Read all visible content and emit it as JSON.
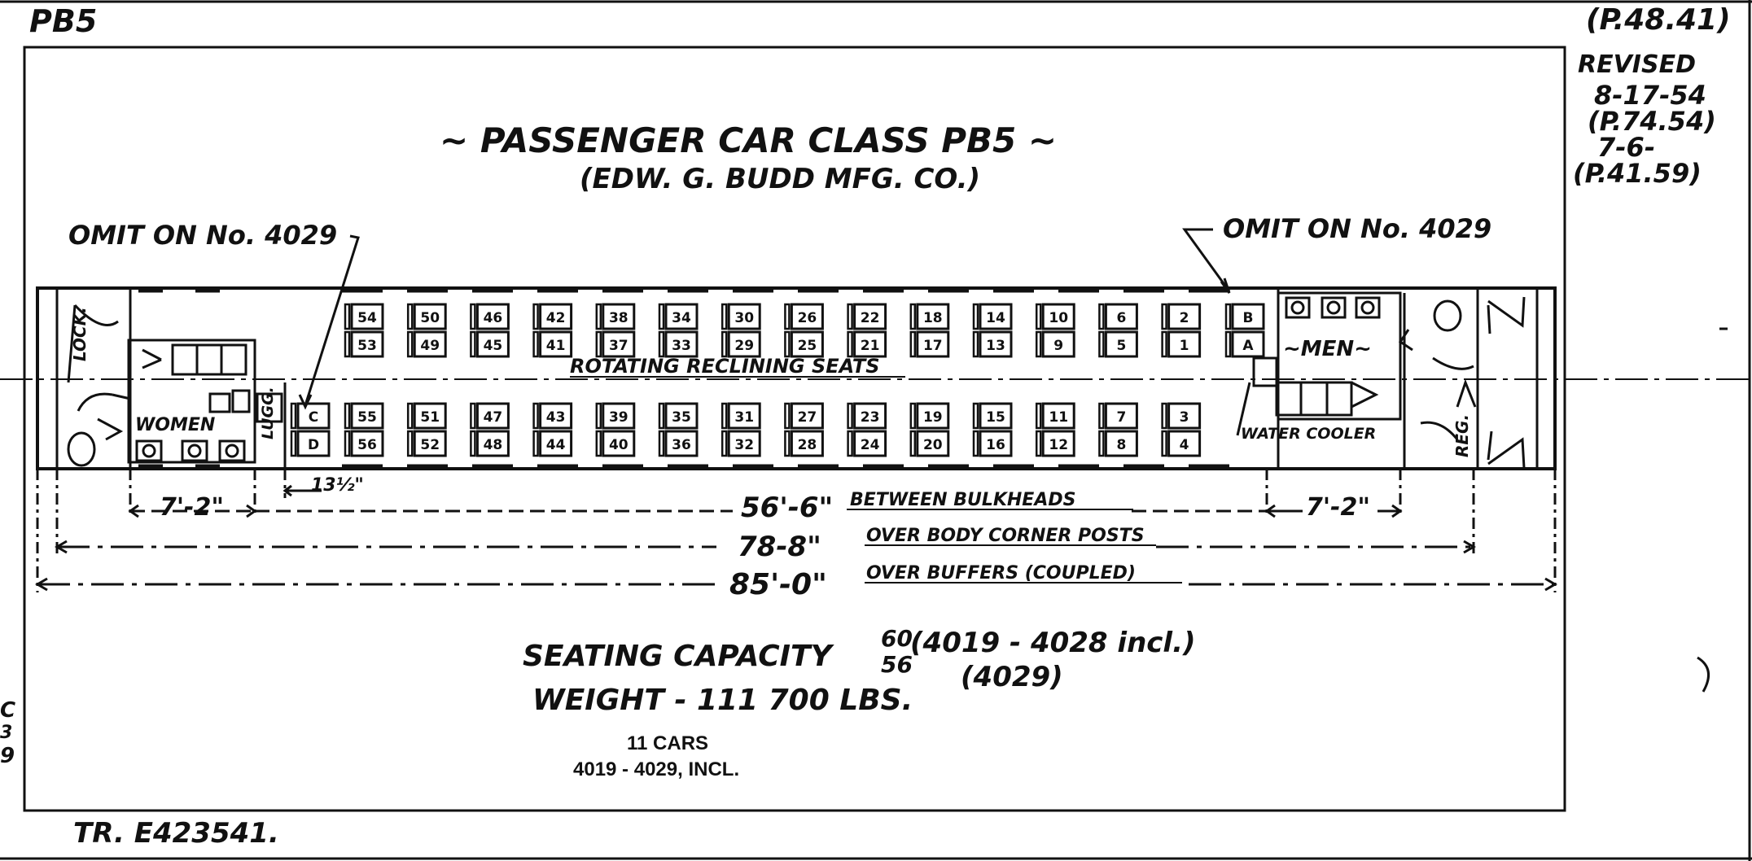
{
  "header": {
    "class_code": "PB5",
    "ref_code": "(P.48.41)"
  },
  "revision": {
    "label": "REVISED",
    "line1": "8-17-54",
    "line2": "(P.74.54)",
    "line3": "7-6-",
    "line4": "(P.41.59)"
  },
  "title": {
    "main": "~ PASSENGER CAR CLASS PB5 ~",
    "maker": "(EDW. G. BUDD MFG. CO.)"
  },
  "notes": {
    "omit_left": "OMIT ON No. 4029",
    "omit_right": "OMIT ON No. 4029"
  },
  "plan": {
    "aisle_label": "ROTATING RECLINING SEATS",
    "women_label": "WOMEN",
    "men_label": "~MEN~",
    "luggage_label": "LUGG.",
    "locker_label": "LOCK.",
    "reg_label": "REG.",
    "water_cooler_label": "WATER COOLER",
    "top_window_seats": [
      "54",
      "50",
      "46",
      "42",
      "38",
      "34",
      "30",
      "26",
      "22",
      "18",
      "14",
      "10",
      "6",
      "2"
    ],
    "top_aisle_seats": [
      "53",
      "49",
      "45",
      "41",
      "37",
      "33",
      "29",
      "25",
      "21",
      "17",
      "13",
      "9",
      "5",
      "1"
    ],
    "bottom_aisle_seats": [
      "55",
      "51",
      "47",
      "43",
      "39",
      "35",
      "31",
      "27",
      "23",
      "19",
      "15",
      "11",
      "7",
      "3"
    ],
    "bottom_window_seats": [
      "56",
      "52",
      "48",
      "44",
      "40",
      "36",
      "32",
      "28",
      "24",
      "20",
      "16",
      "12",
      "8",
      "4"
    ],
    "extra_top": [
      "B",
      "A"
    ],
    "extra_bottom": [
      "C",
      "D"
    ]
  },
  "dimensions": {
    "left_room": "7'-2\"",
    "luggage_width": "13½\"",
    "bulkheads_value": "56'-6\"",
    "bulkheads_label": "BETWEEN BULKHEADS",
    "right_room": "7'-2\"",
    "corner_posts_value": "78-8\"",
    "corner_posts_label": "OVER BODY CORNER POSTS",
    "buffers_value": "85'-0\"",
    "buffers_label": "OVER BUFFERS (COUPLED)"
  },
  "capacity": {
    "label": "SEATING CAPACITY",
    "seats_a": "60",
    "seats_b": "56",
    "range_a": "(4019 - 4028 incl.)",
    "range_b": "(4029)",
    "weight": "WEIGHT - 111 700 LBS.",
    "cars_count": "11 CARS",
    "cars_range": "4019 - 4029, INCL."
  },
  "footer": {
    "tracing": "TR. E423541."
  },
  "margin_marks": [
    "C",
    "3",
    "9"
  ]
}
